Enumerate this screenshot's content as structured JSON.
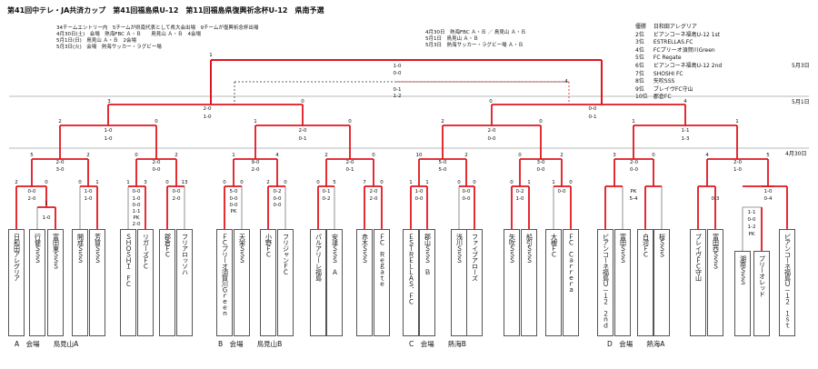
{
  "title": "第41回中テレ・JA共済カップ　第41回福島県U-12　第11回福島県復興祈念杯U-12　県南予選",
  "left_notes": [
    "34チームエントリー内　5チームが県南代表として県大会出場　9チームが復興祈念杯出場",
    "4月30日(土)　会場　熱海FBC Ａ・Ｂ　　鳥見山 Ａ・Ｂ　4会場",
    "5月1日(日)　鳥見山 Ａ・Ｂ　2会場",
    "5月3日(火)　会場　熱海サッカー・ラグビー場"
  ],
  "center_notes": [
    "4月30日　熱海FBC Ａ・Ｂ ／ 鳥見山 Ａ・Ｂ",
    "5月1日　鳥見山 Ａ・Ｂ",
    "5月3日　熱海サッカー・ラグビー場 Ａ・Ｂ"
  ],
  "rankings": [
    {
      "place": "優勝",
      "team": "日和田アレグリア"
    },
    {
      "place": "2位",
      "team": "ビアンコーネ福島U-12 1st"
    },
    {
      "place": "3位",
      "team": "ESTRELLAS.FC"
    },
    {
      "place": "4位",
      "team": "FCプリーオ須賀川Green"
    },
    {
      "place": "5位",
      "team": "FC Regate"
    },
    {
      "place": "6位",
      "team": "ビアンコーネ福島U-12 2nd"
    },
    {
      "place": "7位",
      "team": "SHOSHI FC"
    },
    {
      "place": "8位",
      "team": "矢吹SSS"
    },
    {
      "place": "9位",
      "team": "ブレイヴFC守山"
    },
    {
      "place": "10位",
      "team": "郡倉FC"
    }
  ],
  "dates": [
    "5月3日",
    "5月1日",
    "4月30日"
  ],
  "teams": [
    "日和田アレグリア",
    "行健ＳＳＳ",
    "富田東ＳＳＳ",
    "開成ＳＳＳ",
    "芳賀ＳＳＳ",
    "ＳＨＯＳＨＩ　ＦＣ",
    "リガーズＦＣ",
    "郡倉ＦＣ",
    "フリアロッソハ",
    "ＦＣプリーオ須賀川Ｇｒｅｅｎ",
    "天栄ＳＳＳ",
    "小野ＦＣ",
    "フリジャンＦＣ",
    "パルアリーレ福島",
    "安達ＳＳＳ　Ａ",
    "赤木ＳＳＳ",
    "ＦＣ　Ｒｅｇａｔｅ",
    "ＥＳＴＲＥＬＬＡＳ．ＦＣ",
    "郡山ＳＳＳ　Ｂ",
    "浅川ＳＳＳ",
    "ファイブアローズ",
    "矢吹ＳＳＳ",
    "船引ＳＳＳ",
    "大槻ＦＣ",
    "ＦＣ　Ｃａｒｒｅｒａ",
    "ビアンコーネ福島Ｕ－１２　２ｎｄ",
    "富田ＳＳＳ",
    "白河ＦＣ",
    "桜ＳＳＳ",
    "ブレイヴＦＣ守山",
    "富田西ＳＳＳ",
    "湖南ＳＳＳ",
    "プリーオレッド",
    "ビアンコーネ福島Ｕ－１２　１ｓｔ"
  ],
  "venues": [
    {
      "code": "A",
      "label": "会場",
      "place": "鳥見山A"
    },
    {
      "code": "B",
      "label": "会場",
      "place": "鳥見山B"
    },
    {
      "code": "C",
      "label": "会場",
      "place": "熱海B"
    },
    {
      "code": "D",
      "label": "会場",
      "place": "熱海A"
    }
  ],
  "scores": {
    "final": [
      "1",
      "4",
      "1-0",
      "0-0",
      "0-1",
      "1-2"
    ],
    "sf": [
      "3",
      "0",
      "2-0",
      "1-0",
      "0",
      "4",
      "0-0",
      "0-1"
    ],
    "qf": [
      "2",
      "0",
      "1-0",
      "1-0",
      "1",
      "0",
      "2-0",
      "0-1",
      "2",
      "0",
      "2-0",
      "0-0",
      "1",
      "1",
      "1-1",
      "1-3"
    ],
    "r16": [
      "5",
      "2",
      "2-0",
      "3-0",
      "0",
      "2",
      "2-0",
      "0-0",
      "1",
      "4",
      "9-0",
      "2-0",
      "2",
      "0",
      "2-0",
      "0-1",
      "10",
      "2",
      "5-0",
      "5-0",
      "0",
      "2",
      "3-0",
      "0-0",
      "3",
      "0",
      "2-0",
      "0-0",
      "4",
      "5",
      "2-0",
      "1-0"
    ],
    "r32_top": [
      "2",
      "0",
      "0",
      "1",
      "1",
      "3",
      "0",
      "13",
      "0",
      "0",
      "2",
      "0",
      "0",
      "5",
      "7",
      "0",
      "1",
      "1",
      "0",
      "0",
      "0",
      "1",
      "1",
      "0"
    ],
    "r32": [
      "0-0",
      "2-0",
      "1-0",
      "1-0",
      "0-0",
      "1-0",
      "0-0",
      "2-0",
      "5-0",
      "0-0",
      "0-2",
      "0-0",
      "0-1",
      "0-2",
      "2-0",
      "2-0",
      "1-0",
      "0-0",
      "0-0",
      "0-0",
      "0-2",
      "1-0",
      "0-0"
    ],
    "pk": [
      "0-0",
      "1-1",
      "PK",
      "2-0",
      "PK",
      "5-4",
      "0-0",
      "0-0",
      "PK"
    ],
    "last": [
      "1",
      "1-0",
      "1-1",
      "0-0",
      "1-2",
      "PK",
      "1-0",
      "0-4",
      "0-3"
    ]
  }
}
